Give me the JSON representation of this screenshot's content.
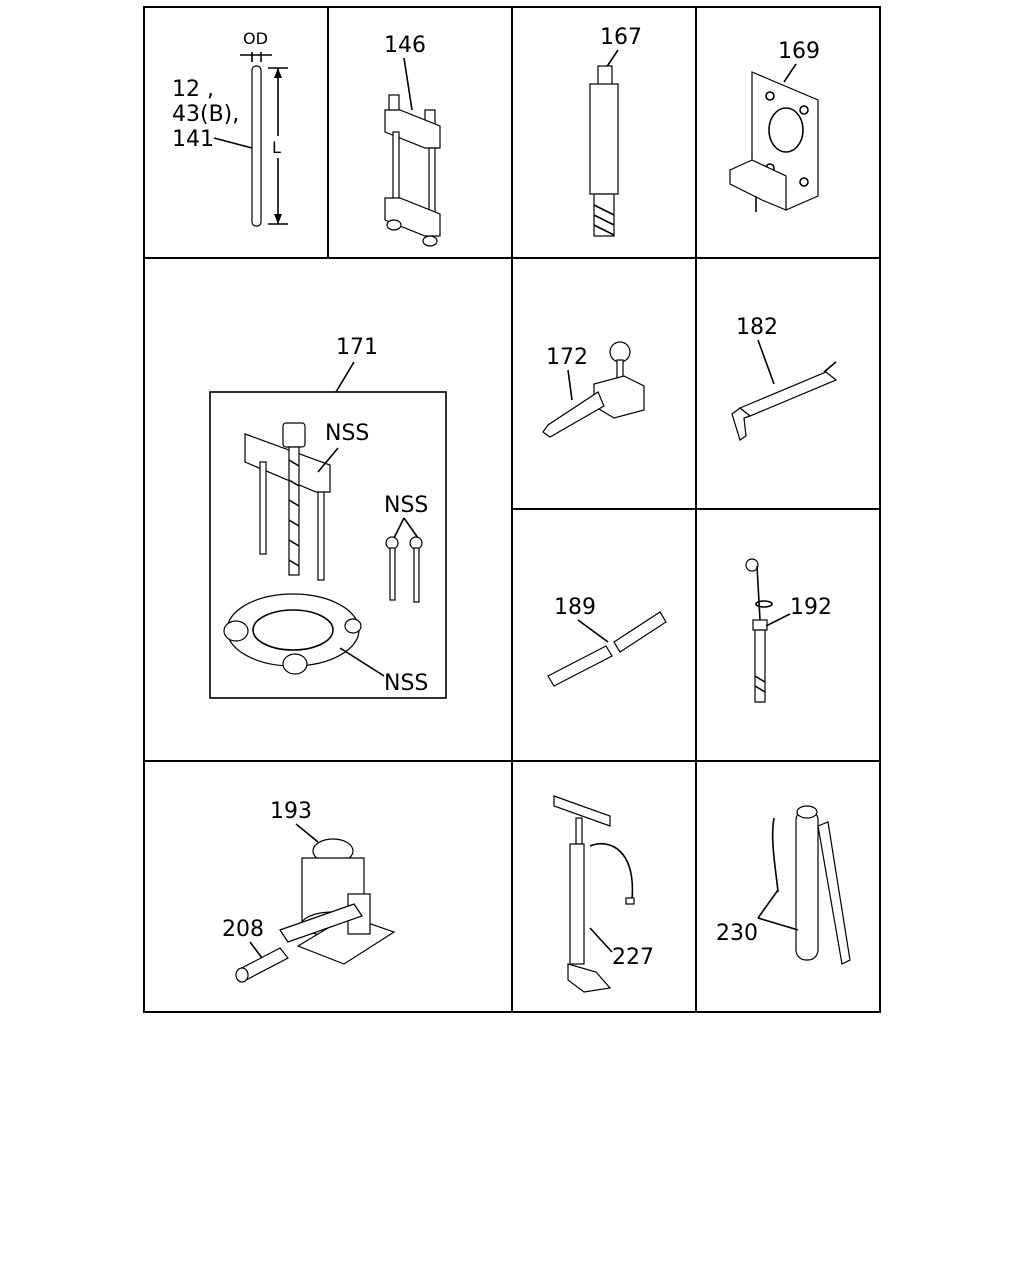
{
  "cells": {
    "rod": {
      "callouts": [
        "12 ,",
        "43(B),",
        "141"
      ],
      "od_label": "OD",
      "length_label": "L"
    },
    "c146": {
      "callout": "146"
    },
    "c167": {
      "callout": "167"
    },
    "c169": {
      "callout": "169"
    },
    "c171": {
      "callout": "171",
      "nss_top": "NSS",
      "nss_bolts": "NSS",
      "nss_base": "NSS"
    },
    "c172": {
      "callout": "172"
    },
    "c182": {
      "callout": "182"
    },
    "c189": {
      "callout": "189"
    },
    "c192": {
      "callout": "192"
    },
    "c193": {
      "callout": "193",
      "handle_callout": "208"
    },
    "c227": {
      "callout": "227"
    },
    "c230": {
      "callout": "230"
    }
  }
}
